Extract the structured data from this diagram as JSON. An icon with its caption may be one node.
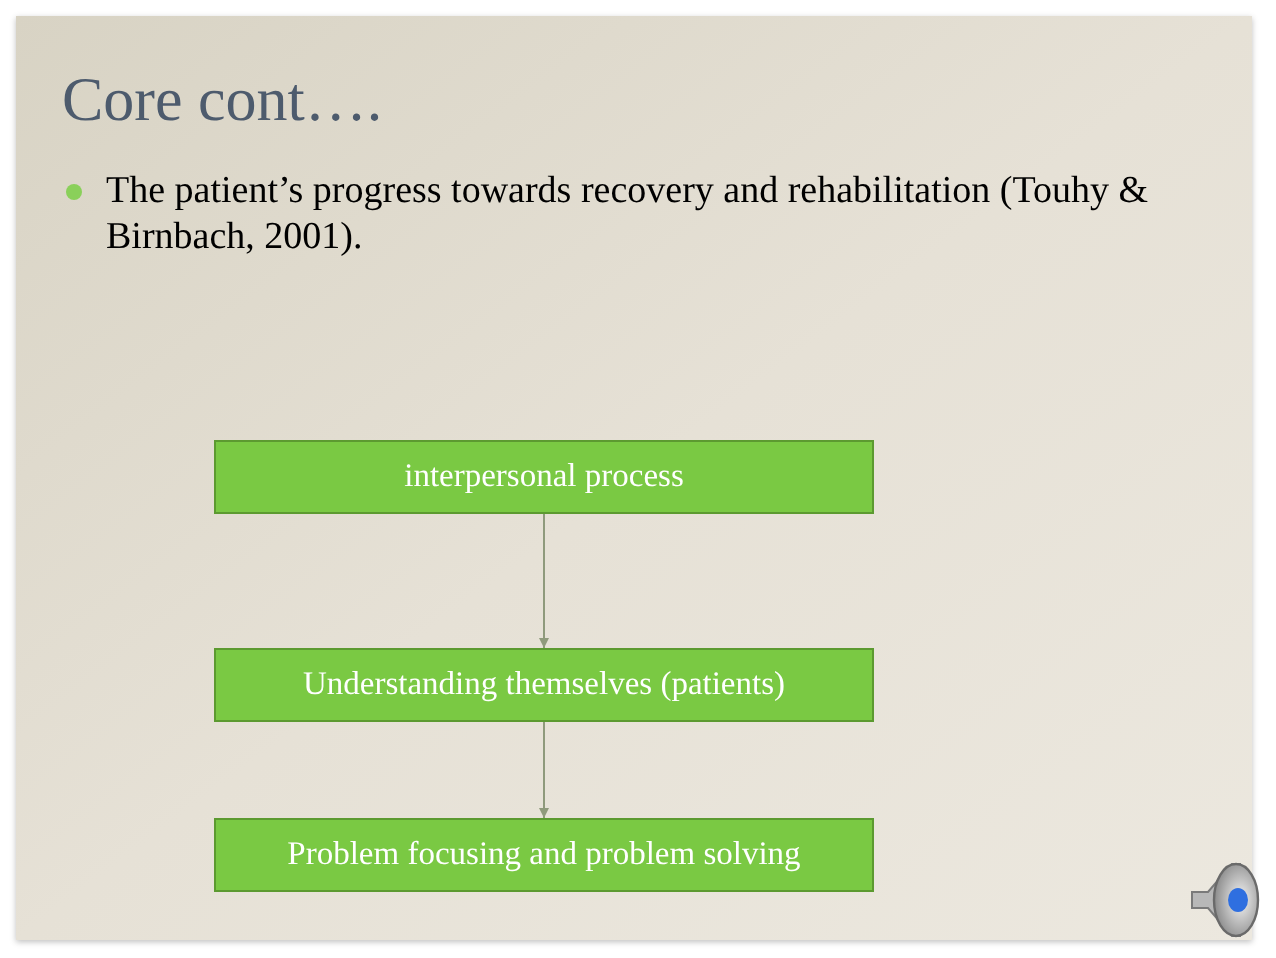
{
  "diagram": {
    "title": "Core cont….",
    "nodes": [
      {
        "text": [
          "interpersonal process"
        ]
      },
      {
        "text": [
          "Understanding themselves (patients)"
        ]
      },
      {
        "text": [
          "Problem focusing and problem solving"
        ]
      }
    ],
    "edges": [
      {
        "from": 0,
        "to": 1,
        "arrow": "to"
      },
      {
        "from": 1,
        "to": 2,
        "arrow": "to"
      }
    ],
    "labels": [
      "The patient’s progress towards recovery and rehabilitation (Touhy & Birnbach, 2001)."
    ]
  }
}
